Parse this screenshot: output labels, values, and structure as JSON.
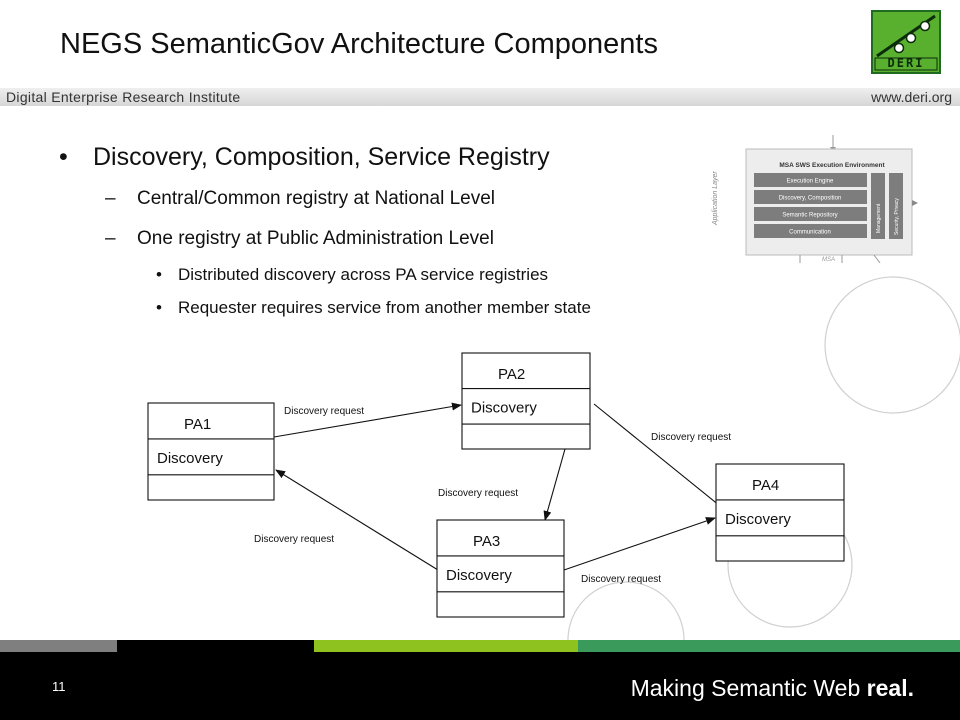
{
  "header": {
    "title": "NEGS SemanticGov Architecture Components",
    "logo_text": "DERI",
    "institute": "Digital Enterprise Research Institute",
    "website": "www.deri.org"
  },
  "content": {
    "bullet1": "Discovery, Composition, Service Registry",
    "sub1": "Central/Common registry at National Level",
    "sub2": "One registry at Public Administration Level",
    "subsub1": "Distributed discovery across PA service registries",
    "subsub2": "Requester requires service from another member state"
  },
  "arch_thumbnail": {
    "side_label": "Application Layer",
    "env_title": "MSA SWS Execution Environment",
    "rows": [
      "Execution Engine",
      "Discovery, Composition",
      "Semantic Repository",
      "Communication"
    ],
    "side_columns": [
      "Management",
      "Security, Privacy"
    ],
    "bottom_label": "MSA"
  },
  "diagram": {
    "nodes": [
      {
        "id": "PA1",
        "name": "PA1",
        "service": "Discovery"
      },
      {
        "id": "PA2",
        "name": "PA2",
        "service": "Discovery"
      },
      {
        "id": "PA3",
        "name": "PA3",
        "service": "Discovery"
      },
      {
        "id": "PA4",
        "name": "PA4",
        "service": "Discovery"
      }
    ],
    "edges": [
      {
        "from": "PA1",
        "to": "PA2",
        "label": "Discovery request"
      },
      {
        "from": "PA2",
        "to": "PA4",
        "label": "Discovery request"
      },
      {
        "from": "PA2",
        "to": "PA3",
        "label": "Discovery request"
      },
      {
        "from": "PA3",
        "to": "PA1",
        "label": "Discovery request"
      },
      {
        "from": "PA3",
        "to": "PA4",
        "label": "Discovery request"
      }
    ]
  },
  "footer": {
    "page_number": "11",
    "slogan_regular": "Making Semantic Web ",
    "slogan_bold": "real."
  },
  "colors": {
    "footer_bg": "#000000",
    "strip_gray": "#7f7f7f",
    "strip_lime": "#8dc21f",
    "strip_green": "#3a9a5b",
    "logo_green": "#58b02e"
  }
}
